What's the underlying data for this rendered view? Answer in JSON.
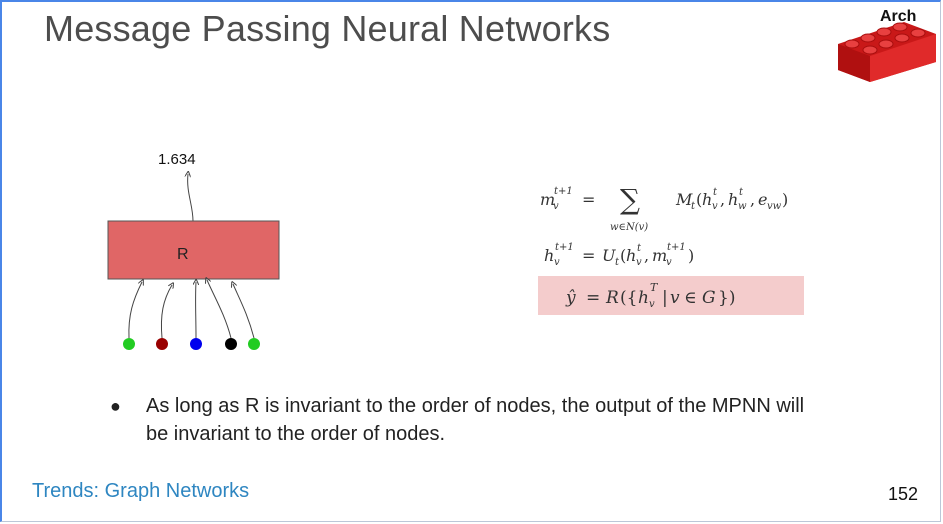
{
  "slide": {
    "title": "Message Passing Neural Networks",
    "brand_label": "Arch",
    "footer": "Trends: Graph Networks",
    "page_number": "152"
  },
  "diagram": {
    "output_value": "1.634",
    "box_label": "R",
    "box_color": "#e06666",
    "node_colors": [
      "#22cc22",
      "#990000",
      "#0000ee",
      "#000000",
      "#22cc22"
    ]
  },
  "equations": {
    "highlight_color": "#f4cccc"
  },
  "bullet": {
    "text": "As long as R is invariant to the order of nodes, the output of the MPNN will be invariant to the order of nodes."
  },
  "colors": {
    "accent": "#4a86e8",
    "footer_text": "#2e86c1"
  }
}
